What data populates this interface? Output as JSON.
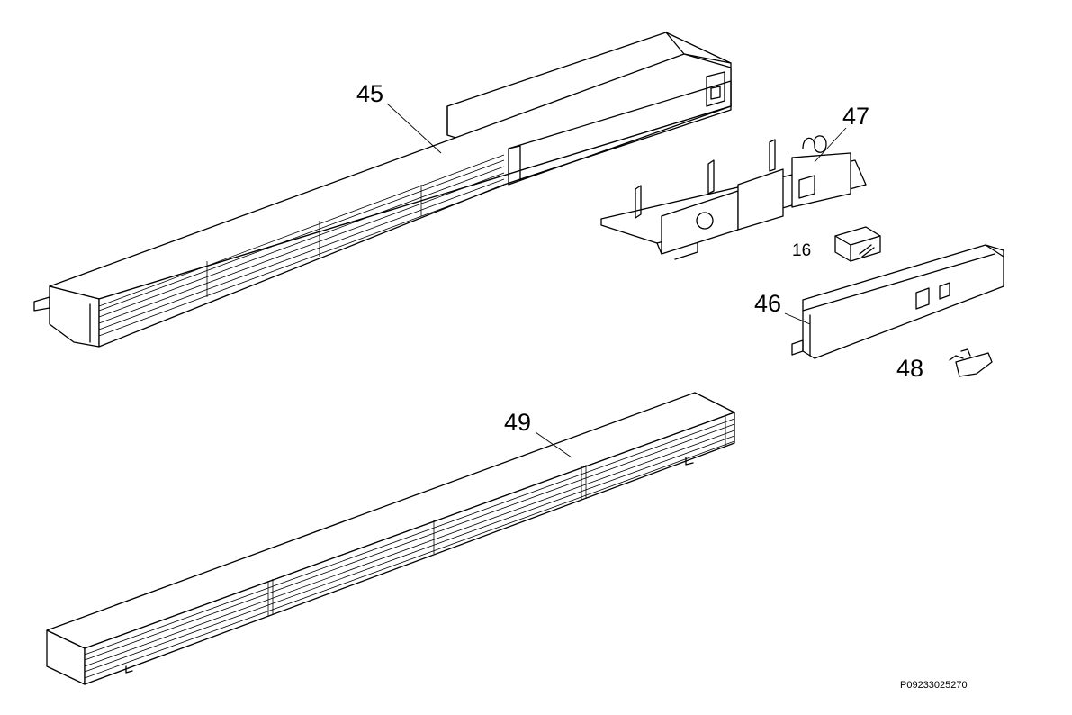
{
  "diagram": {
    "parts": [
      {
        "id": "45",
        "label": "45"
      },
      {
        "id": "47",
        "label": "47"
      },
      {
        "id": "16",
        "label": "16"
      },
      {
        "id": "46",
        "label": "46"
      },
      {
        "id": "48",
        "label": "48"
      },
      {
        "id": "49",
        "label": "49"
      }
    ],
    "reference_code": "P09233025270"
  }
}
